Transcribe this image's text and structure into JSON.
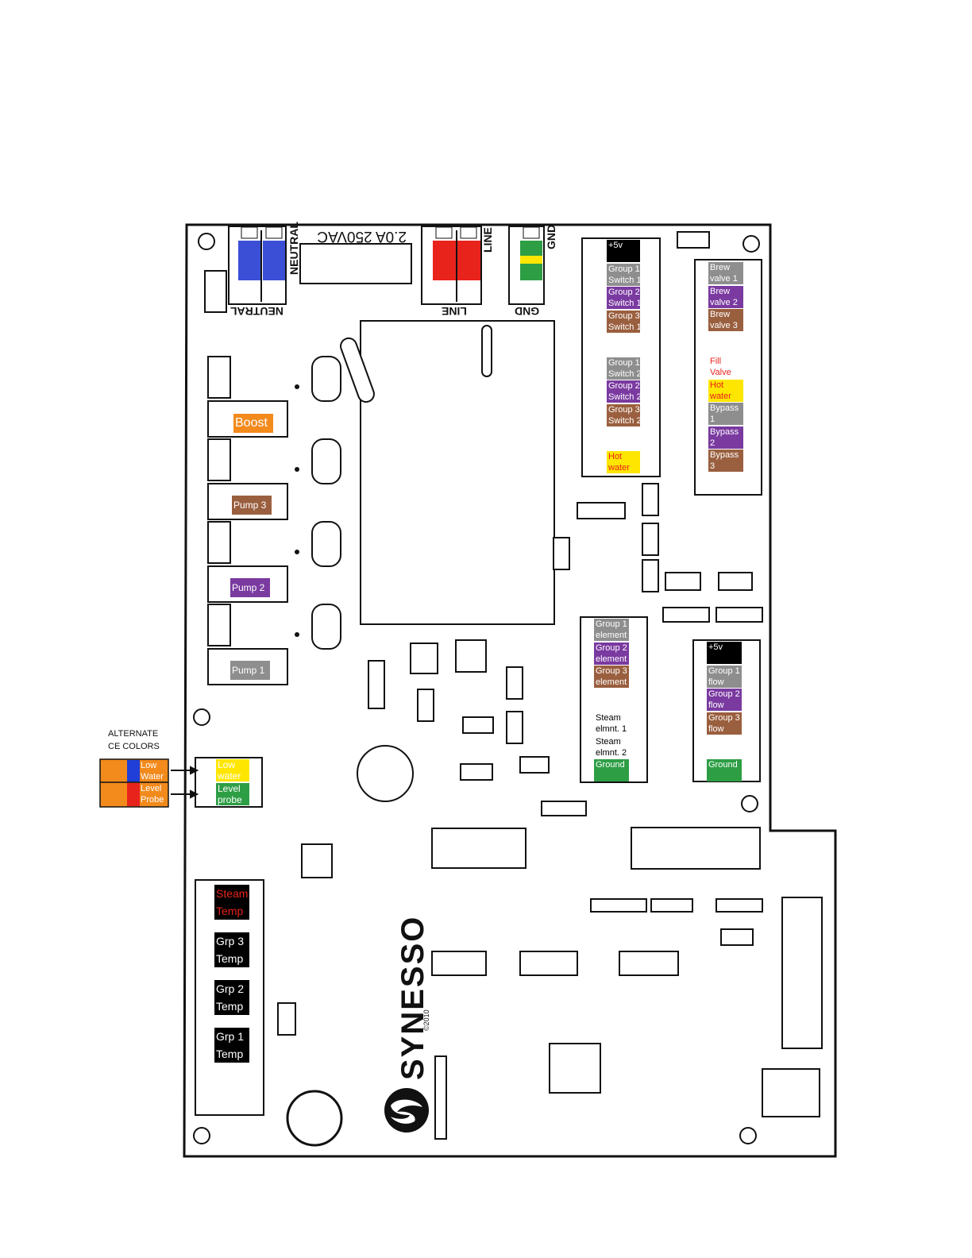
{
  "alternate_ce": {
    "title_line1": "ALTERNATE",
    "title_line2": "CE COLORS",
    "rows": [
      {
        "line1": "Low",
        "line2": "Water"
      },
      {
        "line1": "Level",
        "line2": "Probe"
      }
    ]
  },
  "board_text": {
    "fuse_rating": "2.0A 250VAC",
    "neutral_top": "NEUTRAL",
    "neutral_bottom": "NEUTRAL",
    "line_top": "LINE",
    "line_bottom": "LINE",
    "gnd_top": "GND",
    "gnd_bottom": "GND",
    "brand": "SYNESSO",
    "copyright": "©2010"
  },
  "power_labels": [
    {
      "key": "boost",
      "text": "Boost",
      "color": "#f28a1c"
    },
    {
      "key": "pump3",
      "text": "Pump 3",
      "color": "#9a5f3f"
    },
    {
      "key": "pump2",
      "text": "Pump 2",
      "color": "#7a3aa0"
    },
    {
      "key": "pump1",
      "text": "Pump 1",
      "color": "#8e8e8e"
    }
  ],
  "switch_connector": [
    {
      "line1": "+5v",
      "line2": "",
      "color": "#000000",
      "text_color": "#ffffff"
    },
    {
      "line1": "Group 1",
      "line2": "Switch 1",
      "color": "#8e8e8e",
      "text_color": "#ffffff"
    },
    {
      "line1": "Group 2",
      "line2": "Switch 1",
      "color": "#7a3aa0",
      "text_color": "#ffffff"
    },
    {
      "line1": "Group 3",
      "line2": "Switch 1",
      "color": "#9a5f3f",
      "text_color": "#ffffff"
    },
    {
      "line1": "",
      "line2": "",
      "color": "#ffffff",
      "text_color": "#000000"
    },
    {
      "line1": "Group 1",
      "line2": "Switch 2",
      "color": "#8e8e8e",
      "text_color": "#ffffff"
    },
    {
      "line1": "Group 2",
      "line2": "Switch 2",
      "color": "#7a3aa0",
      "text_color": "#ffffff"
    },
    {
      "line1": "Group 3",
      "line2": "Switch 2",
      "color": "#9a5f3f",
      "text_color": "#ffffff"
    },
    {
      "line1": "",
      "line2": "",
      "color": "#ffffff",
      "text_color": "#000000"
    },
    {
      "line1": "Hot",
      "line2": "water",
      "color": "#ffe600",
      "text_color": "#e8231c"
    }
  ],
  "valve_connector": [
    {
      "line1": "Brew",
      "line2": "valve 1",
      "color": "#8e8e8e",
      "text_color": "#ffffff"
    },
    {
      "line1": "Brew",
      "line2": "valve 2",
      "color": "#7a3aa0",
      "text_color": "#ffffff"
    },
    {
      "line1": "Brew",
      "line2": "valve 3",
      "color": "#9a5f3f",
      "text_color": "#ffffff"
    },
    {
      "line1": "",
      "line2": "",
      "color": "#ffffff",
      "text_color": "#000000"
    },
    {
      "line1": "Fill",
      "line2": "Valve",
      "color": "#ffffff",
      "text_color": "#e8231c"
    },
    {
      "line1": "Hot",
      "line2": "water",
      "color": "#ffe600",
      "text_color": "#e8231c"
    },
    {
      "line1": "Bypass",
      "line2": "1",
      "color": "#8e8e8e",
      "text_color": "#ffffff"
    },
    {
      "line1": "Bypass",
      "line2": "2",
      "color": "#7a3aa0",
      "text_color": "#ffffff"
    },
    {
      "line1": "Bypass",
      "line2": "3",
      "color": "#9a5f3f",
      "text_color": "#ffffff"
    }
  ],
  "element_connector": [
    {
      "line1": "Group 1",
      "line2": "element",
      "color": "#8e8e8e",
      "text_color": "#ffffff"
    },
    {
      "line1": "Group 2",
      "line2": "element",
      "color": "#7a3aa0",
      "text_color": "#ffffff"
    },
    {
      "line1": "Group 3",
      "line2": "element",
      "color": "#9a5f3f",
      "text_color": "#ffffff"
    },
    {
      "line1": "",
      "line2": "",
      "color": "#ffffff",
      "text_color": "#000000"
    },
    {
      "line1": "Steam",
      "line2": "elmnt. 1",
      "color": "#ffffff",
      "text_color": "#000000"
    },
    {
      "line1": "Steam",
      "line2": "elmnt. 2",
      "color": "#ffffff",
      "text_color": "#000000"
    },
    {
      "line1": "Ground",
      "line2": "",
      "color": "#2e9e45",
      "text_color": "#ffffff"
    }
  ],
  "flow_connector": [
    {
      "line1": "+5v",
      "line2": "",
      "color": "#000000",
      "text_color": "#ffffff"
    },
    {
      "line1": "Group 1",
      "line2": "flow",
      "color": "#8e8e8e",
      "text_color": "#ffffff"
    },
    {
      "line1": "Group 2",
      "line2": "flow",
      "color": "#7a3aa0",
      "text_color": "#ffffff"
    },
    {
      "line1": "Group 3",
      "line2": "flow",
      "color": "#9a5f3f",
      "text_color": "#ffffff"
    },
    {
      "line1": "",
      "line2": "",
      "color": "#ffffff",
      "text_color": "#000000"
    },
    {
      "line1": "Ground",
      "line2": "",
      "color": "#2e9e45",
      "text_color": "#ffffff"
    }
  ],
  "probe_connector": [
    {
      "line1": "Low",
      "line2": "water",
      "color": "#ffe600",
      "text_color": "#ffffff"
    },
    {
      "line1": "Level",
      "line2": "probe",
      "color": "#2e9e45",
      "text_color": "#ffffff"
    }
  ],
  "temp_connector": [
    {
      "line1": "Steam",
      "line2": "Temp",
      "color": "#000000",
      "text_color": "#e8231c"
    },
    {
      "line1": "Grp 3",
      "line2": "Temp",
      "color": "#000000",
      "text_color": "#ffffff"
    },
    {
      "line1": "Grp 2",
      "line2": "Temp",
      "color": "#000000",
      "text_color": "#ffffff"
    },
    {
      "line1": "Grp 1",
      "line2": "Temp",
      "color": "#000000",
      "text_color": "#ffffff"
    }
  ],
  "wire_colors": {
    "neutral": "#3b4fd6",
    "line": "#e8231c",
    "ground_green": "#2e9e45",
    "ground_yellow": "#ffe600",
    "ce_orange": "#f28a1c",
    "ce_blue": "#1f3fd8",
    "ce_red": "#e8231c"
  }
}
